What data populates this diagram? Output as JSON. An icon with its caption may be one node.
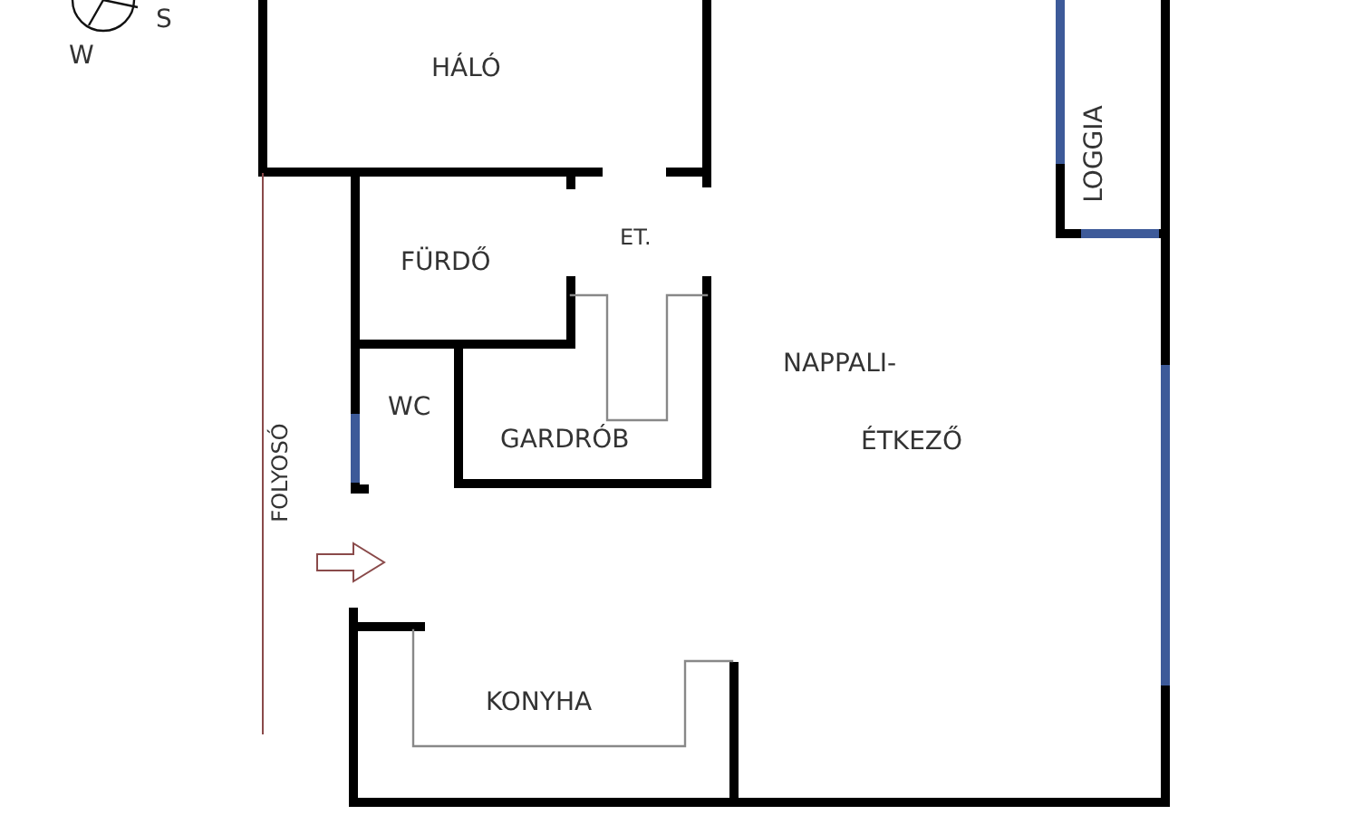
{
  "diagram": {
    "labels": [
      "S",
      "W",
      "HÁLÓ",
      "LOGGIA",
      "ET.",
      "FÜRDŐ",
      "NAPPALI-",
      "WC",
      "GARDRÓB",
      "ÉTKEZŐ",
      "FOLYOSÓ",
      "KONYHA"
    ]
  }
}
